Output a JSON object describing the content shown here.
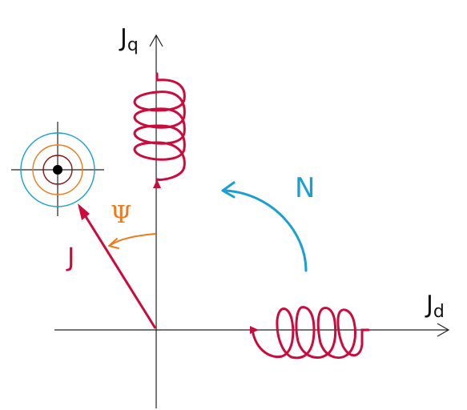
{
  "labels": {
    "jq_main": "J",
    "jq_sub": "q",
    "jd_main": "J",
    "jd_sub": "d",
    "n": "N",
    "psi": "Ψ",
    "j": "J"
  },
  "colors": {
    "axis": "#222222",
    "crimson": "#cc0a3c",
    "cyan": "#1a9fd1",
    "orange": "#f07a1a",
    "darkred": "#8b1010",
    "black": "#000000"
  },
  "icons": {
    "target": "concentric-circles-crosshair-icon",
    "coil_vertical": "coil-spring-vertical-icon",
    "coil_horizontal": "coil-spring-horizontal-icon"
  }
}
